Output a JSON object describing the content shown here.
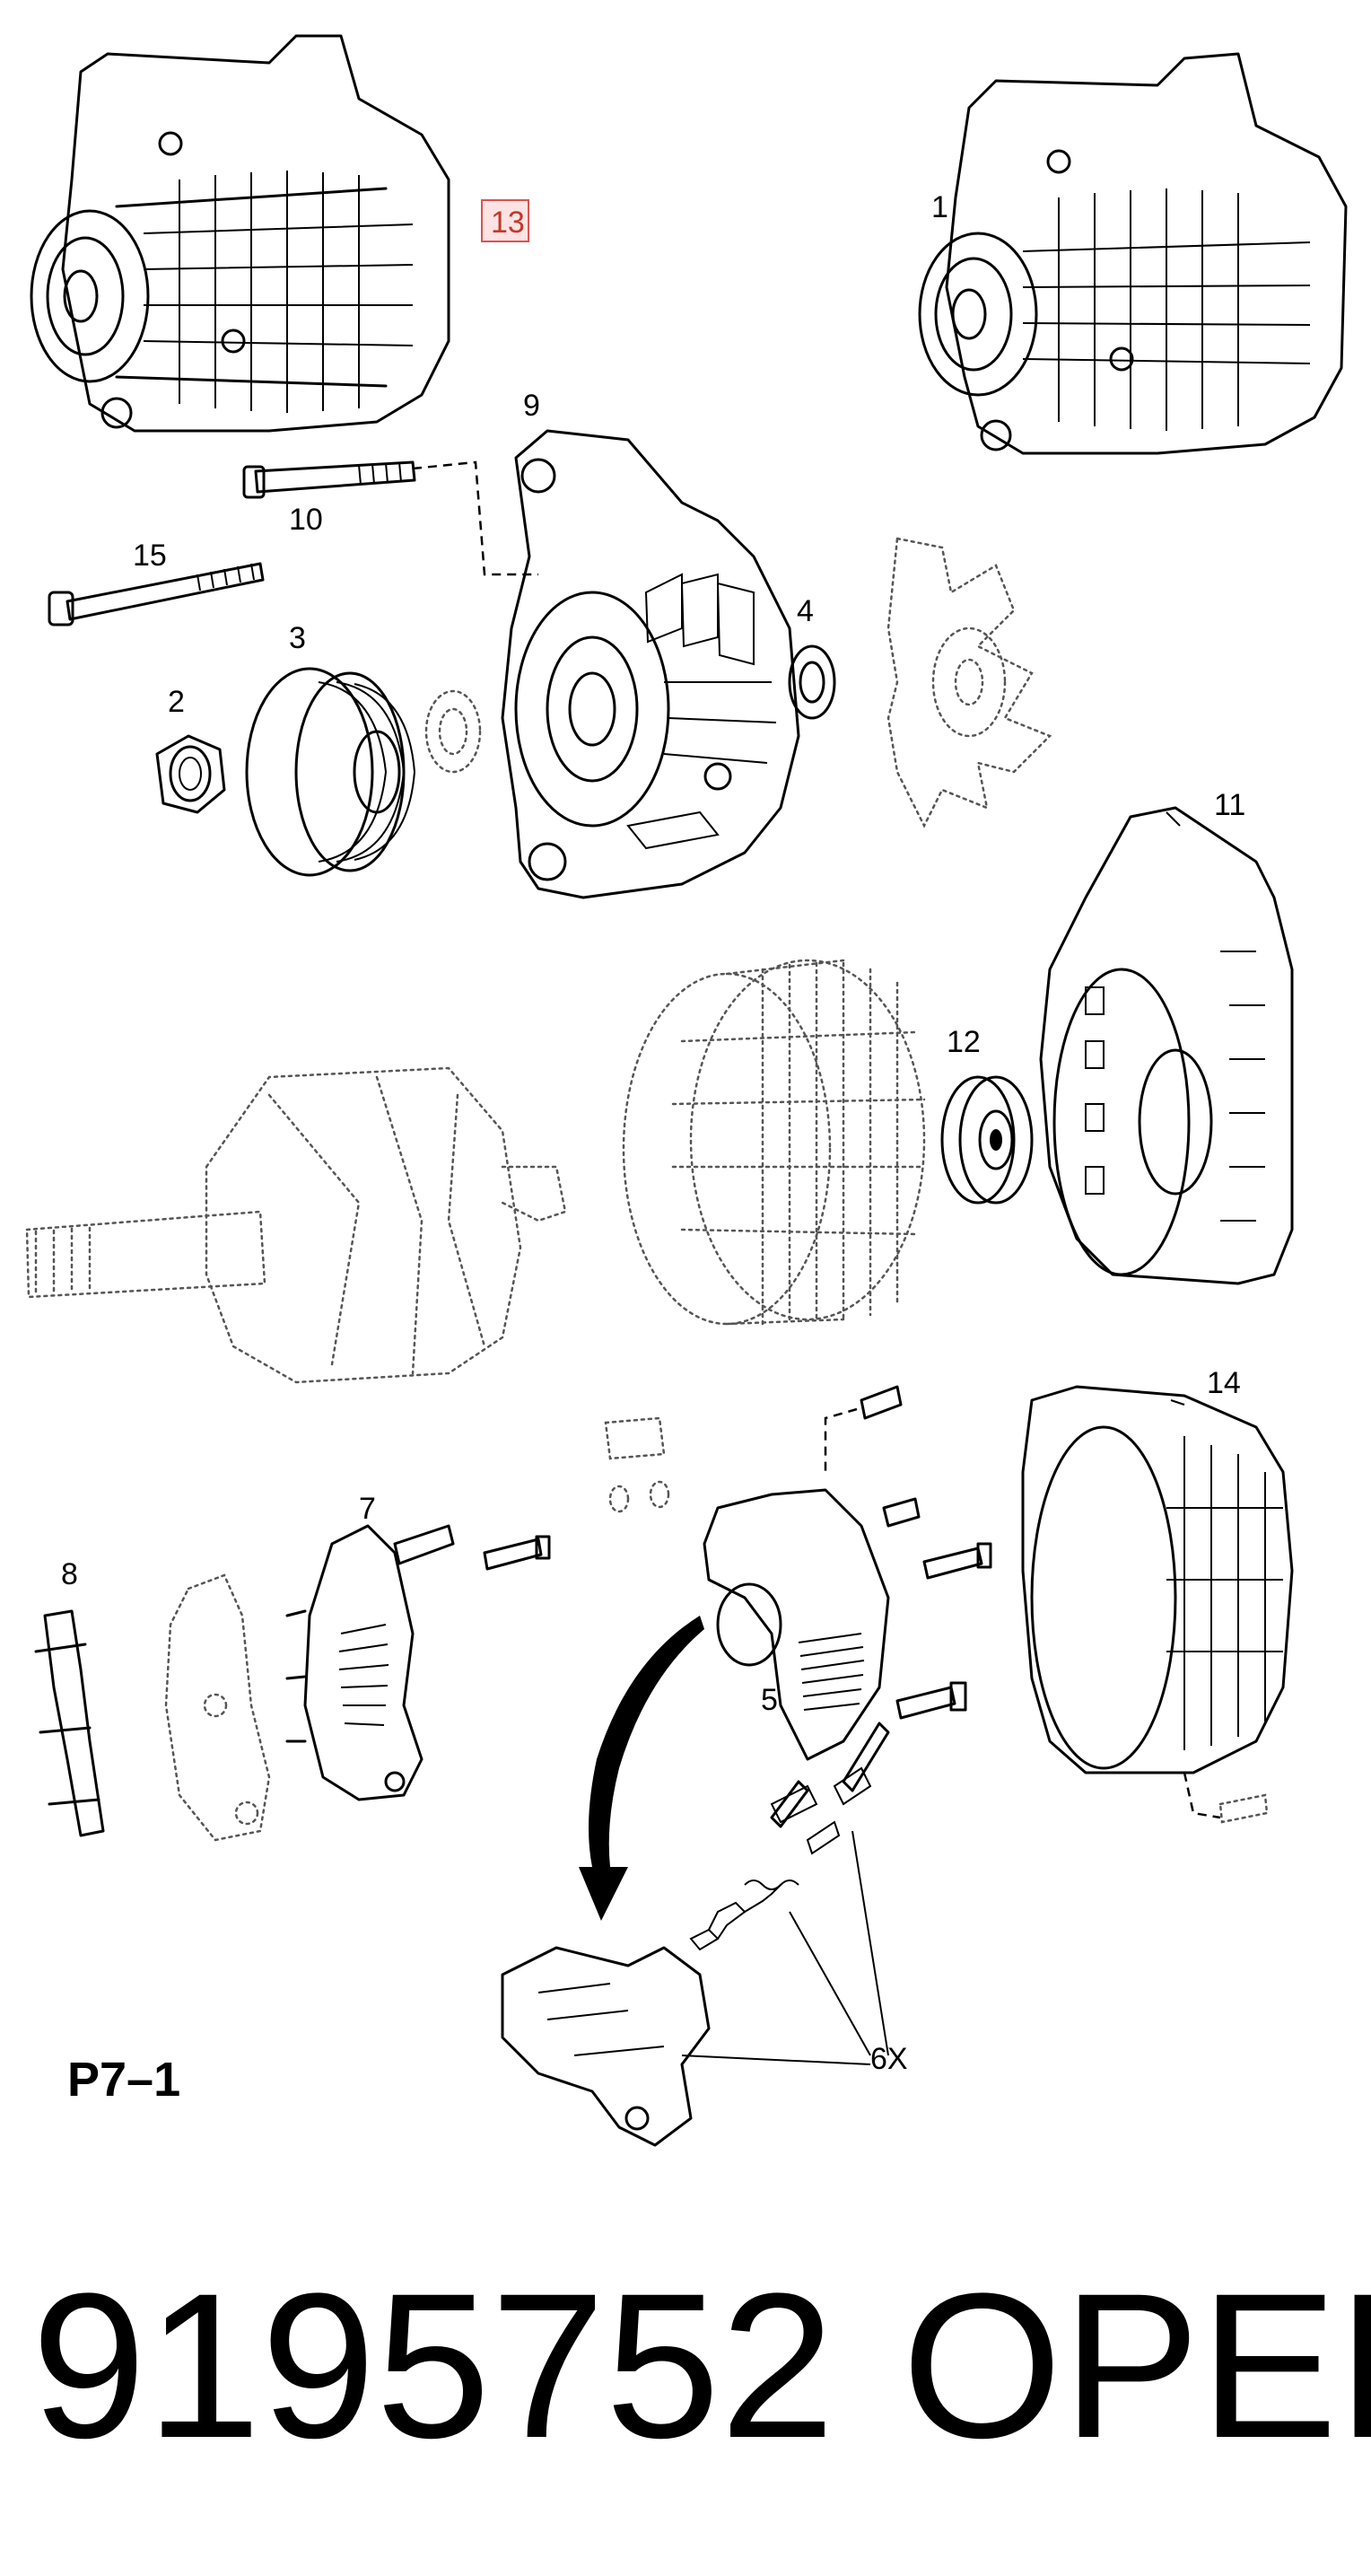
{
  "callouts": {
    "c1": "1",
    "c2": "2",
    "c3": "3",
    "c4": "4",
    "c5": "5",
    "c6x": "6X",
    "c7": "7",
    "c8": "8",
    "c9": "9",
    "c10": "10",
    "c11": "11",
    "c12": "12",
    "c13": "13",
    "c14": "14",
    "c15": "15"
  },
  "figure_label": "P7–1",
  "part_number": "9195752",
  "brand": "OPEL"
}
